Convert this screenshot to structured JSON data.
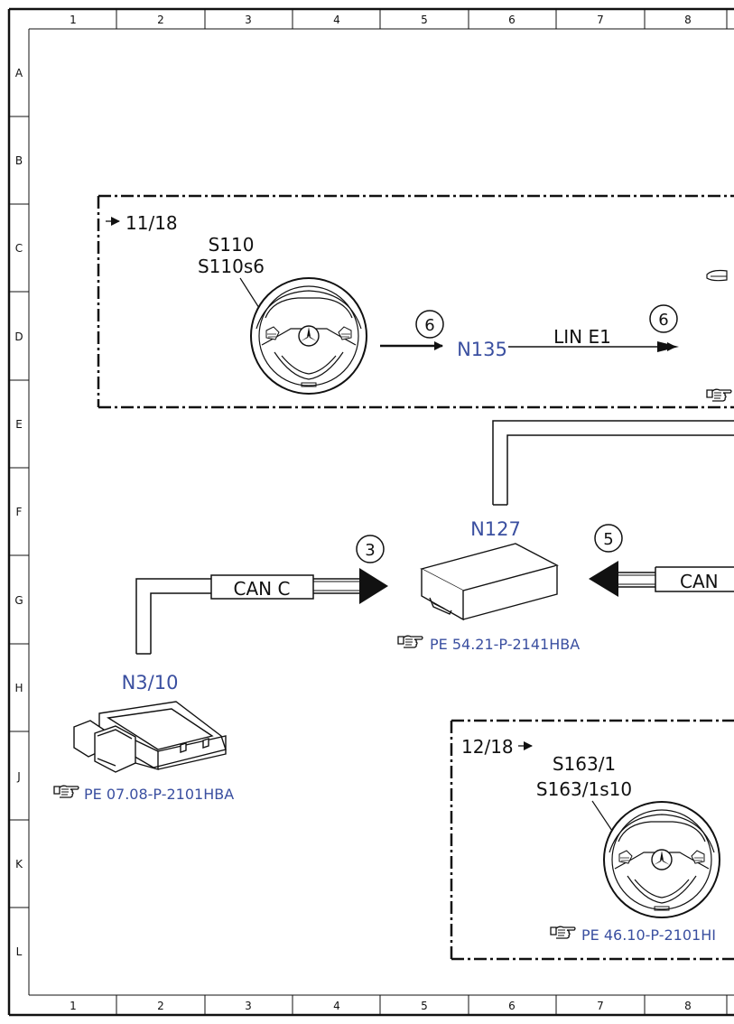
{
  "frame": {
    "columns": [
      "1",
      "2",
      "3",
      "4",
      "5",
      "6",
      "7",
      "8"
    ],
    "rows": [
      "A",
      "B",
      "C",
      "D",
      "E",
      "F",
      "G",
      "H",
      "J",
      "K",
      "L"
    ]
  },
  "group_upper": {
    "ref": "11/18",
    "component_label_1": "S110",
    "component_label_2": "S110s6",
    "arrow_number_1": "6",
    "module_label": "N135",
    "bus_label": "LIN E1",
    "arrow_number_2": "6"
  },
  "n127": {
    "label": "N127",
    "doc_ref": "PE 54.21-P-2141HBA",
    "arrow_in_left": "3",
    "arrow_in_right": "5",
    "bus_right_label": "CAN"
  },
  "n3_10": {
    "label": "N3/10",
    "bus_label": "CAN C",
    "doc_ref": "PE 07.08-P-2101HBA"
  },
  "group_lower": {
    "ref": "12/18",
    "component_label_1": "S163/1",
    "component_label_2": "S163/1s10",
    "doc_ref": "PE 46.10-P-2101HI"
  },
  "colors": {
    "line": "#111111",
    "module_label": "#3a4fa0"
  },
  "icons": [
    "pointing-hand-icon",
    "steering-wheel-icon",
    "control-unit-icon",
    "engine-ecu-icon"
  ]
}
